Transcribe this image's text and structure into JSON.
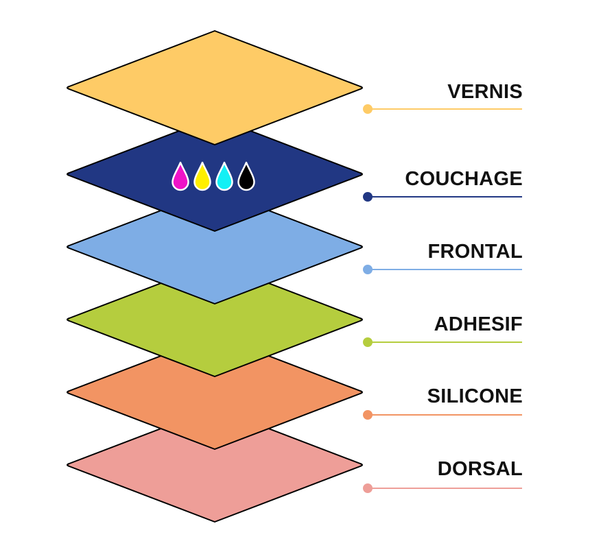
{
  "layers": [
    {
      "name": "VERNIS",
      "color": "#fecb66"
    },
    {
      "name": "COUCHAGE",
      "color": "#213783"
    },
    {
      "name": "FRONTAL",
      "color": "#7eade5"
    },
    {
      "name": "ADHESIF",
      "color": "#b5cd3e"
    },
    {
      "name": "SILICONE",
      "color": "#f29463"
    },
    {
      "name": "DORSAL",
      "color": "#ee9e98"
    }
  ],
  "ink_drops": [
    {
      "icon": "magenta-drop-icon",
      "color": "#ef13c8"
    },
    {
      "icon": "yellow-drop-icon",
      "color": "#ffef00"
    },
    {
      "icon": "cyan-drop-icon",
      "color": "#13f0f5"
    },
    {
      "icon": "black-drop-icon",
      "color": "#000000"
    }
  ]
}
